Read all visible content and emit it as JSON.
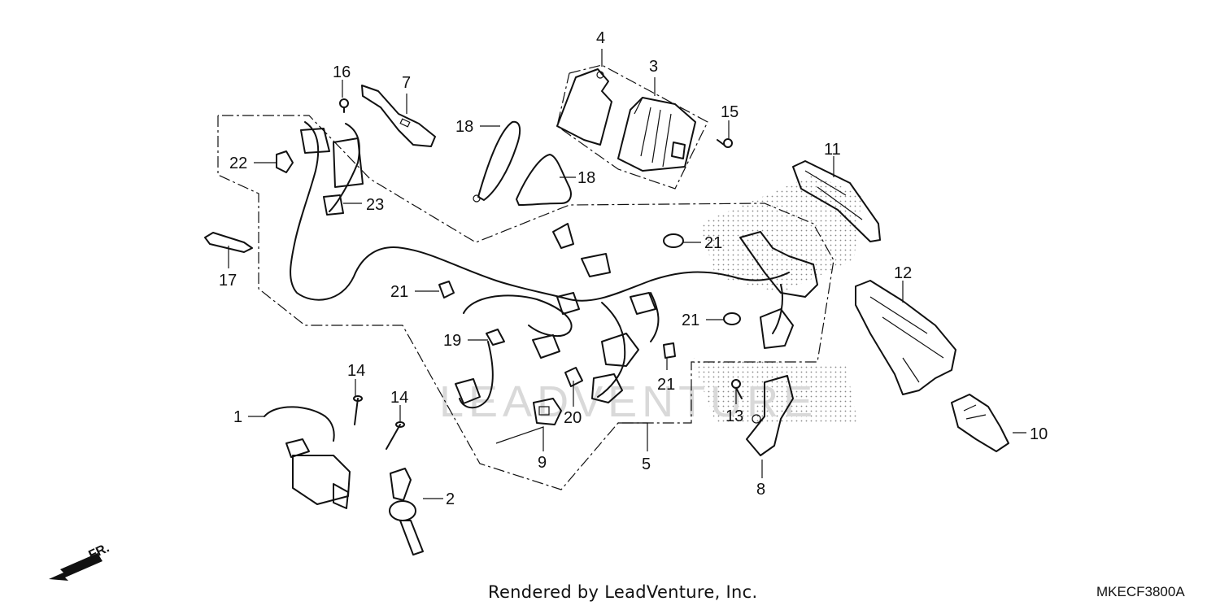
{
  "diagram": {
    "callouts": {
      "c1": "1",
      "c2": "2",
      "c3": "3",
      "c4": "4",
      "c5": "5",
      "c7": "7",
      "c8": "8",
      "c9": "9",
      "c10": "10",
      "c11": "11",
      "c12": "12",
      "c13": "13",
      "c14a": "14",
      "c14b": "14",
      "c15": "15",
      "c16": "16",
      "c17": "17",
      "c18a": "18",
      "c18b": "18",
      "c19": "19",
      "c20": "20",
      "c21a": "21",
      "c21b": "21",
      "c21c": "21",
      "c21d": "21",
      "c22": "22",
      "c23": "23"
    },
    "front_arrow_label": "FR."
  },
  "footer": {
    "rendered_by": "Rendered by LeadVenture, Inc.",
    "diagram_code": "MKECF3800A"
  },
  "watermark": "LEADVENTURE"
}
